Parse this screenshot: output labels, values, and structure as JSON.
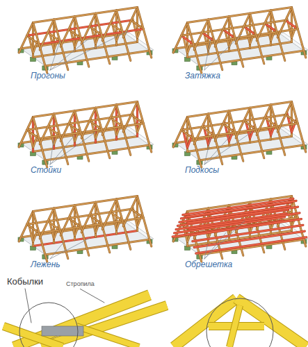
{
  "diagram": {
    "labels": [
      "Прогоны",
      "Затяжка",
      "Стойки",
      "Подкосы",
      "Лежень",
      "Обрешетка",
      "Кобылки",
      "Стропила"
    ]
  }
}
